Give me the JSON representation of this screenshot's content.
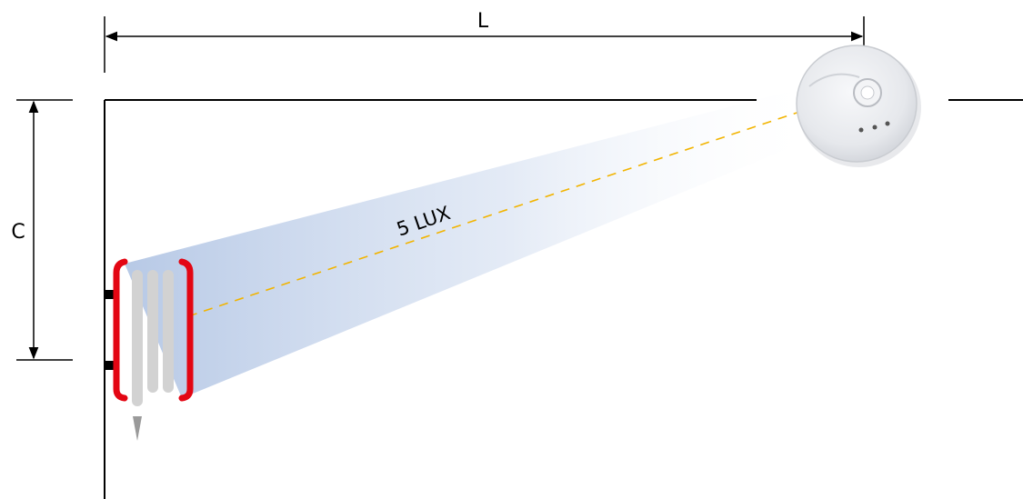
{
  "labels": {
    "length": "L",
    "height": "C",
    "lux": "5 LUX"
  },
  "colors": {
    "line": "#000000",
    "beam_start": "#b7c9e6",
    "beam_end": "#ffffff",
    "light_axis": "#f2b400",
    "light_frame": "#e30613",
    "light_fins": "#d2d2d2",
    "light_wall_bracket": "#000000",
    "sensor_body": "#e8eaed",
    "sensor_shadow": "#c9ccd1"
  },
  "icons": {
    "sensor": "ceiling-detector-icon",
    "emergency_light": "wall-radiator-light-icon"
  }
}
